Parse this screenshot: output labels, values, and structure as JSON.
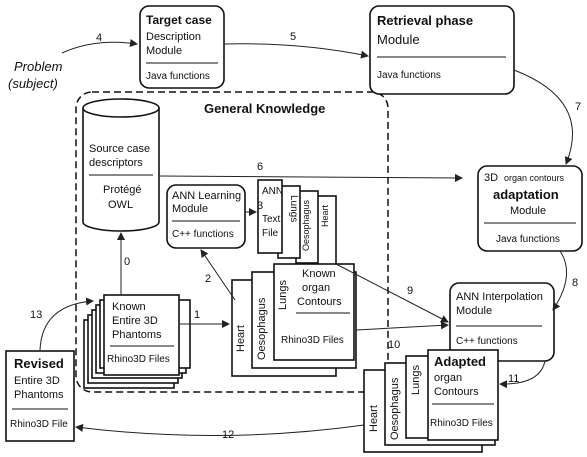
{
  "problem": {
    "line1": "Problem",
    "line2": "(subject)"
  },
  "target_case": {
    "title": "Target case",
    "line1": "Description",
    "line2": "Module",
    "line3": "Java functions"
  },
  "retrieval": {
    "title": "Retrieval phase",
    "line1": "Module",
    "line2": "Java functions"
  },
  "general_knowledge": {
    "title": "General Knowledge"
  },
  "source_case": {
    "line1": "Source case",
    "line2": "descriptors",
    "line3": "Protégé",
    "line4": "OWL"
  },
  "ann_learning": {
    "line1": "ANN Learning",
    "line2": "Module",
    "line3": "C++ functions"
  },
  "ann_text": {
    "line1": "ANN",
    "line2": "Text",
    "line3": "File",
    "organ1": "Lungs",
    "organ2": "Oesophagus",
    "organ3": "Heart"
  },
  "adaptation": {
    "line1a": "3D",
    "line1b": "organ contours",
    "line2": "adaptation",
    "line3": "Module",
    "line4": "Java functions"
  },
  "ann_interp": {
    "line1": "ANN Interpolation",
    "line2": "Module",
    "line3": "C++ functions"
  },
  "known_phantoms": {
    "line1": "Known",
    "line2": "Entire 3D",
    "line3": "Phantoms",
    "line4": "Rhino3D Files"
  },
  "known_contours": {
    "organ1": "Heart",
    "organ2": "Oesophagus",
    "organ3": "Lungs",
    "line1": "Known",
    "line2": "organ",
    "line3": "Contours",
    "line4": "Rhino3D Files"
  },
  "revised": {
    "title": "Revised",
    "line1": "Entire 3D",
    "line2": "Phantoms",
    "line3": "Rhino3D File"
  },
  "adapted": {
    "organ1": "Heart",
    "organ2": "Oesophagus",
    "organ3": "Lungs",
    "title": "Adapted",
    "line1": "organ",
    "line2": "Contours",
    "line3": "Rhino3D Files"
  },
  "arrows": {
    "a0": "0",
    "a1": "1",
    "a2": "2",
    "a3": "3",
    "a4": "4",
    "a5": "5",
    "a6": "6",
    "a7": "7",
    "a8": "8",
    "a9": "9",
    "a10": "10",
    "a11": "11",
    "a12": "12",
    "a13": "13"
  }
}
